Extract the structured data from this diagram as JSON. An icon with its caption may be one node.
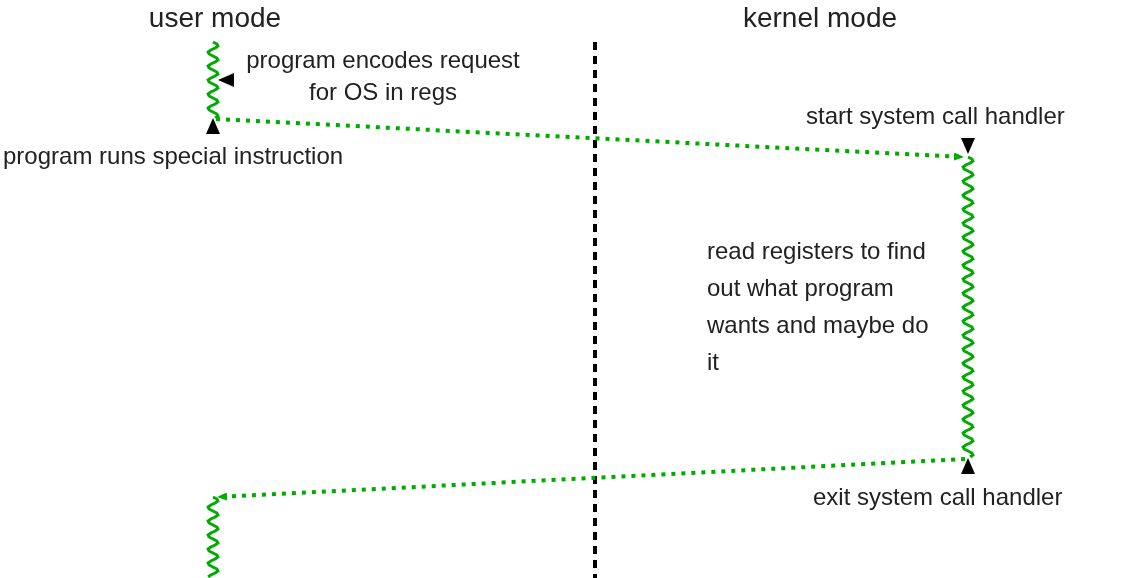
{
  "diagram": {
    "nodes": [
      {
        "text": [],
        "shape": "wave"
      },
      {
        "text": [],
        "shape": "wave"
      },
      {
        "text": [],
        "shape": "wave"
      }
    ],
    "edges": [
      {
        "from": 0,
        "to": 1,
        "arrow": "to",
        "style": "dashed"
      },
      {
        "from": 1,
        "to": 2,
        "arrow": "to",
        "style": "dashed"
      }
    ],
    "labels": [
      "user mode",
      "kernel mode",
      "program encodes request for OS in regs",
      "start system call handler",
      "program runs special instruction",
      "read registers to find out what program wants and maybe do it",
      "exit system call handler"
    ]
  }
}
